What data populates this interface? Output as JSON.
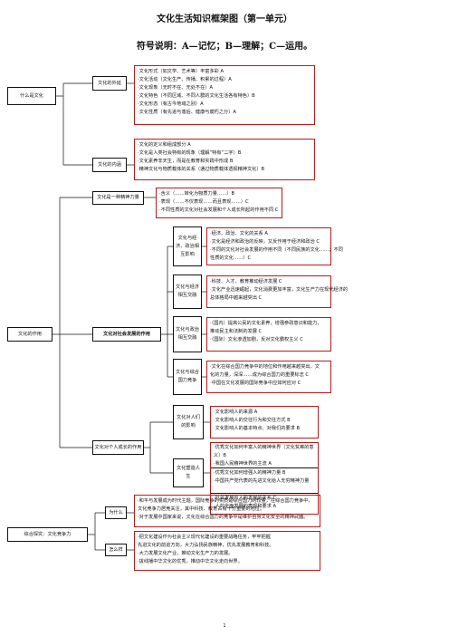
{
  "title": "文化生活知识框架图（第一单元）",
  "legend": "符号说明：A—记忆；B—理解；C—运用。",
  "s1": {
    "root": "什么是文化",
    "waijian": {
      "label": "文化的外延",
      "lines": [
        "·文化形式（如文学、艺术等）丰富多彩 A",
        "·文化活动（文化生产、传播、积累的过程）A",
        "·文化现象（无时不在、无处不在）A",
        "·文化特色（不同区域、不同人群的文化生活各有特色）B",
        "·文化形态（有古今地域之别）A",
        "·文化性质（有先进与落后、健康与腐朽之分）A"
      ]
    },
    "neihan": {
      "label": "文化的内涵",
      "lines": [
        "·文化的定义和组成部分 A",
        "·文化是人类社会特有的现象（理解“特有”二字）B",
        "·文化素养非天生，而是在教育和实践中形成 B",
        "·精神文化与物质载体的关系（通过物质载体透视精神文化）B"
      ]
    }
  },
  "s2": {
    "root": "文化的作用",
    "jingshen": {
      "label": "文化是一种精神力量",
      "lines": [
        "·含义（……转化为物质力量……）B",
        "·表现（……不仅表现……而且表现……）C",
        "·不同性质的文化对社会发展和个人成长所起的作用不同 C"
      ]
    },
    "shehui_label": "文化对社会发展的作用",
    "subs": [
      {
        "label": "文化与经济、政治相互影响",
        "lines": [
          "·经济、政治、文化的关系 A",
          "·文化是经济和政治的反映，又反作用于经济和政治 C",
          "·不同的文化对社会发展的作用不同（不同民族的文化……；不同",
          "性质的文化……）C"
        ]
      },
      {
        "label": "文化与经济相互交融",
        "lines": [
          "·科技、人才、教育推动经济发展 C",
          "·文化产业迅速崛起，文化消费更加丰富，文化生产力在现代经济的",
          "总体格局中越来越突出 C"
        ]
      },
      {
        "label": "文化与政治相互交融",
        "lines": [
          "·（国内）提高公民的文化素养，增强参政意识和能力，",
          "推动民主和法制的发展 C",
          "·（国际）文化渗透加剧，反对文化霸权主义 C"
        ]
      },
      {
        "label": "文化与综合国力竞争",
        "lines": [
          "·文化在综合国力竞争中的地位和作用越来越突出，文",
          "化的力量，深深……成为综合国力的重要标志 C",
          "·中国在文化发展的国际竞争中应如何应对 C"
        ]
      }
    ],
    "geren_label": "文化对个人成长的作用",
    "ren_label": "文化对人们的影响",
    "ren_lines": [
      "·文化影响人的来源 A",
      "·文化影响人的交往行为和交往方式 B",
      "·文化影响人的基本特点、对我们的要求 B"
    ],
    "su_label": "文化塑造人生",
    "su_groups": [
      [
        "·优秀文化如何丰富人的精神世界（文化贫瘠的意",
        "义）B",
        "·我国人民精神世界的主流 A"
      ],
      [
        "·优秀文化如何增强人的精神力量 B",
        "·中国共产党代表的先进文化给人无穷精神力量"
      ],
      [
        "·社会发展与人的发展的关系 C",
        "·人的全面发展的表现和要求 A"
      ]
    ]
  },
  "s3": {
    "root": "综合探究：文化竞争力",
    "why": {
      "label": "为什么",
      "lines": [
        "·和平与发展成为时代主题，国际竞争的实质是综合国力的较量，在综合国力竞争中，",
        "文化竞争力居竞关注，其中科技、教育占有十分重要的地位。",
        "·对于发展中国家来说，文化在综合国力的竞争中是维护自身文化安全的精神武器。"
      ]
    },
    "how": {
      "label": "怎么样",
      "lines": [
        "·把文化建设作为社会主义现代化建设的重要战略任务，牢牢把握",
        "先进文化的前进方向，大力弘扬民族精神，优先发展教育和科技。",
        "·大力发展文化产业，推动文化生产力的发展。",
        "·拔线播中华文化的优秀，推动中华文化走向世界。"
      ]
    }
  },
  "page_number": "1"
}
